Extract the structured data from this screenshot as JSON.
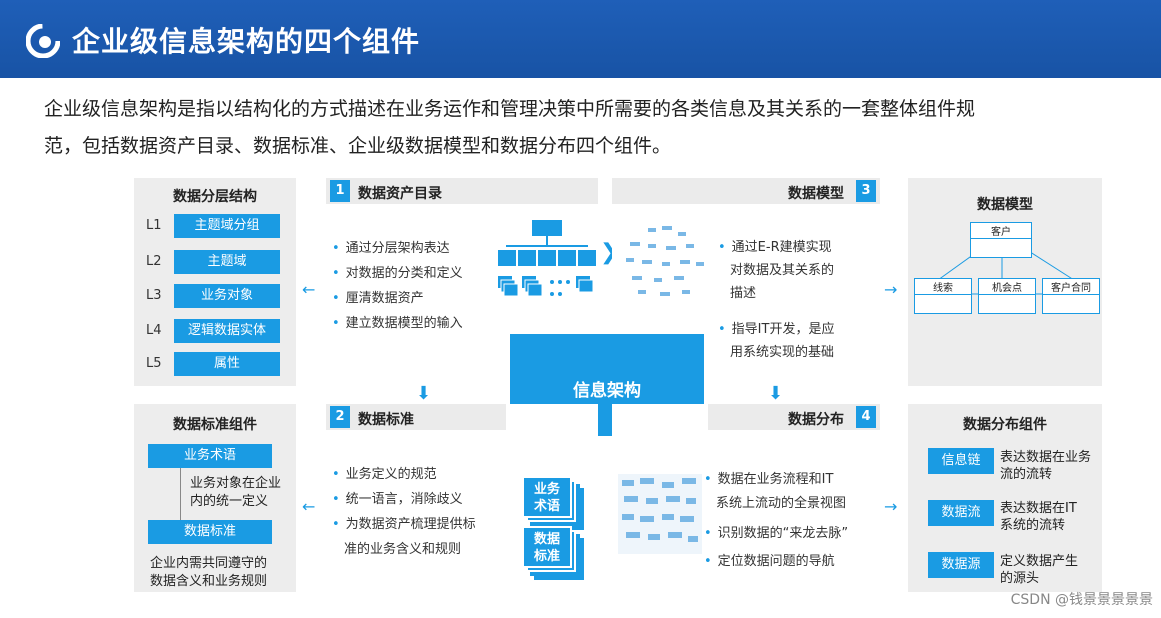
{
  "header": {
    "title": "企业级信息架构的四个组件"
  },
  "intro": {
    "line1": "企业级信息架构是指以结构化的方式描述在业务运作和管理决策中所需要的各类信息及其关系的一套整体组件规",
    "line2": "范，包括数据资产目录、数据标准、企业级数据模型和数据分布四个组件。"
  },
  "layers": {
    "title": "数据分层结构",
    "items": [
      {
        "level": "L1",
        "label": "主题域分组"
      },
      {
        "level": "L2",
        "label": "主题域"
      },
      {
        "level": "L3",
        "label": "业务对象"
      },
      {
        "level": "L4",
        "label": "逻辑数据实体"
      },
      {
        "level": "L5",
        "label": "属性"
      }
    ]
  },
  "catalog": {
    "num": "1",
    "title": "数据资产目录",
    "bullets": [
      "通过分层架构表达",
      "对数据的分类和定义",
      "厘清数据资产",
      "建立数据模型的输入"
    ]
  },
  "model": {
    "num": "3",
    "title": "数据模型",
    "bullets_a": [
      "通过E-R建模实现",
      "对数据及其关系的",
      "描述"
    ],
    "bullets_b": [
      "指导IT开发，是应",
      "用系统实现的基础"
    ]
  },
  "model_panel": {
    "title": "数据模型",
    "entities": [
      "客户",
      "线索",
      "机会点",
      "客户合同"
    ]
  },
  "center": {
    "label": "信息架构"
  },
  "standard_panel": {
    "title": "数据标准组件",
    "term_label": "业务术语",
    "term_desc1": "业务对象在企业",
    "term_desc2": "内的统一定义",
    "std_label": "数据标准",
    "std_desc1": "企业内需共同遵守的",
    "std_desc2": "数据含义和业务规则"
  },
  "standard": {
    "num": "2",
    "title": "数据标准",
    "bullets": [
      "业务定义的规范",
      "统一语言，消除歧义",
      "为数据资产梳理提供标",
      "准的业务含义和规则"
    ],
    "stack1": [
      "业务",
      "术语"
    ],
    "stack2": [
      "数据",
      "标准"
    ]
  },
  "distribution": {
    "num": "4",
    "title": "数据分布",
    "bullets": [
      "数据在业务流程和IT",
      "系统上流动的全景视图",
      "识别数据的“来龙去脉”",
      "定位数据问题的导航"
    ]
  },
  "dist_panel": {
    "title": "数据分布组件",
    "items": [
      {
        "label": "信息链",
        "desc1": "表达数据在业务",
        "desc2": "流的流转"
      },
      {
        "label": "数据流",
        "desc1": "表达数据在IT",
        "desc2": "系统的流转"
      },
      {
        "label": "数据源",
        "desc1": "定义数据产生",
        "desc2": "的源头"
      }
    ]
  },
  "watermark": "CSDN @钱景景景景景",
  "colors": {
    "header": "#1f5fb8",
    "accent": "#1a9be3",
    "panel": "#ededed"
  }
}
